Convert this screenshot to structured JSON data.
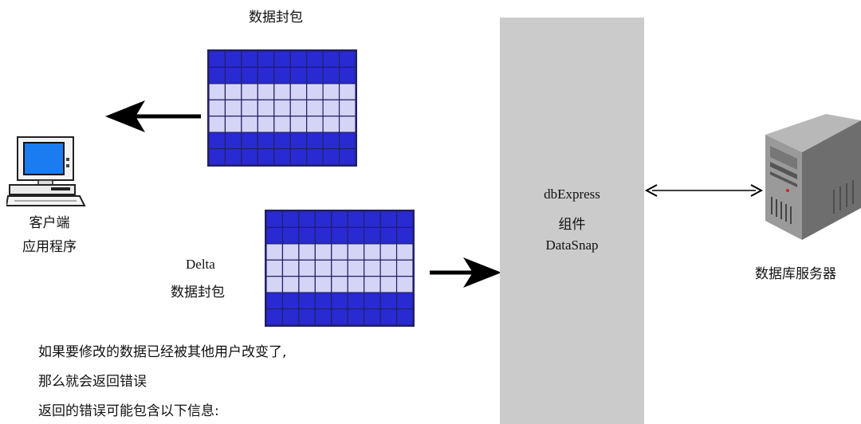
{
  "top_packet": {
    "label": "数据封包"
  },
  "client": {
    "line1": "客户端",
    "line2": "应用程序"
  },
  "delta_packet": {
    "label_en": "Delta",
    "label_cn": "数据封包"
  },
  "middle": {
    "line1": "dbExpress",
    "line2": "组件",
    "line3": "DataSnap"
  },
  "database": {
    "label": "数据库服务器"
  },
  "notes": [
    "如果要修改的数据已经被其他用户改变了,",
    "那么就会返回错误",
    "返回的错误可能包含以下信息:"
  ],
  "colors": {
    "dark_row": "#2a2ad2",
    "light_row": "#d4d4f6",
    "grid_line": "#222266",
    "column": "#cbcbcb",
    "screen": "#1a7cf0"
  }
}
